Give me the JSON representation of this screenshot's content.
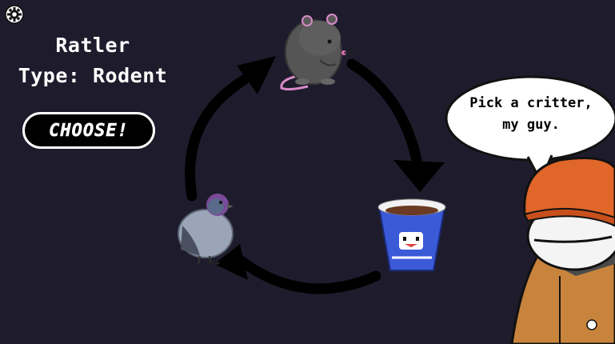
{
  "critter": {
    "name": "Ratler",
    "type": "Type: Rodent"
  },
  "choose_label": "CHOOSE!",
  "speech": {
    "line1": "Pick a critter,",
    "line2": "my guy."
  },
  "icons": {
    "settings": "gear-icon"
  },
  "colors": {
    "background": "#1e1c2c",
    "arrow": "#000000",
    "text": "#ffffff",
    "hat": "#e0662a",
    "jacket": "#c8843c"
  }
}
